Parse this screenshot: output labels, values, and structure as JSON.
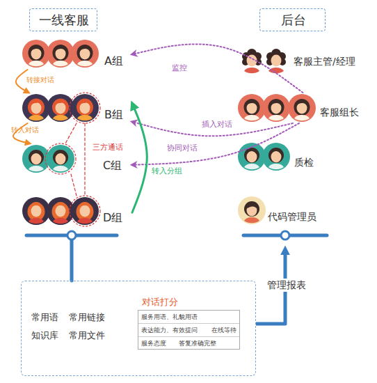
{
  "diagram": {
    "nodes": [
      {
        "text": [
          "一线客服"
        ]
      },
      {
        "text": [
          "后台"
        ]
      },
      {
        "text": [
          "A组"
        ]
      },
      {
        "text": [
          "B组"
        ]
      },
      {
        "text": [
          "C组"
        ]
      },
      {
        "text": [
          "D组"
        ]
      },
      {
        "text": [
          "客服主管/经理"
        ]
      },
      {
        "text": [
          "客服组长"
        ]
      },
      {
        "text": [
          "质检"
        ]
      },
      {
        "text": [
          "代码管理员"
        ]
      },
      {
        "text": [
          "常用语",
          "常用链接",
          "知识库",
          "常用文件"
        ]
      },
      {
        "text": [
          "对话打分",
          "服务用语、礼貌用语",
          "表达能力、有效提问",
          "在线等待",
          "服务态度",
          "答复准确完整"
        ],
        "in": 10
      }
    ],
    "edges": [
      {
        "from": 7,
        "to": 2,
        "arrow": "to",
        "label": "监控"
      },
      {
        "from": 7,
        "to": 3,
        "arrow": "to",
        "label": "插入对话"
      },
      {
        "from": 7,
        "to": 4,
        "arrow": "to",
        "label": "协同对话"
      },
      {
        "from": 5,
        "to": 3,
        "arrow": "to",
        "label": "转入分组"
      },
      {
        "from": 2,
        "to": 3,
        "arrow": "to",
        "label": "转接对话"
      },
      {
        "from": 3,
        "to": 4,
        "arrow": "to",
        "label": "转入对话"
      },
      {
        "from": 3,
        "to": 5,
        "arrow": "none",
        "label": "三方通话"
      },
      {
        "from": 3,
        "to": 4,
        "arrow": "none"
      },
      {
        "from": 4,
        "to": 5,
        "arrow": "none"
      }
    ],
    "labels": [
      "管理报表"
    ]
  }
}
